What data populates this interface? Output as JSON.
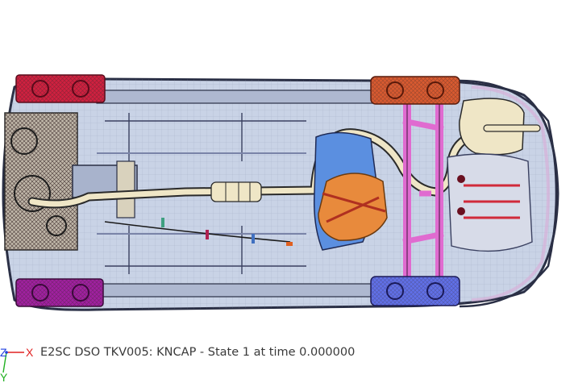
{
  "status_caption": "E2SC DSO TKV005: KNCAP - State 1 at time 0.000000",
  "triad": {
    "z": "Z",
    "x": "X",
    "y": "Y"
  },
  "colors": {
    "background": "#ffffff",
    "body": "#c9d3e6",
    "body_edge": "#2a2f45",
    "fuel_tank": "#e88a3c",
    "tank_shield": "#5b8fe0",
    "exhaust": "#efe6c6",
    "subframe": "#e06bd0",
    "wheel_front_left": "#d02040",
    "wheel_front_right": "#a020a0",
    "wheel_rear_left": "#d85a30",
    "wheel_rear_right": "#6070e8",
    "axis_x": "#e02020",
    "axis_y": "#20b020",
    "axis_z": "#2040e0"
  }
}
